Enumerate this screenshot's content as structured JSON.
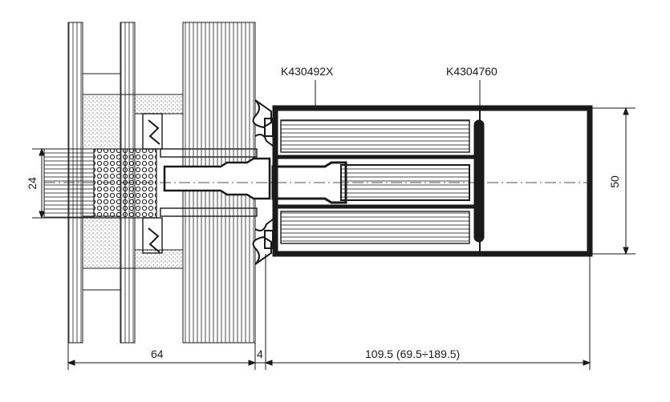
{
  "drawing": {
    "part_labels": [
      "K430492X",
      "K4304760"
    ],
    "dimensions": {
      "glass_offset": "24",
      "profile_height": "50",
      "glass_width": "64",
      "gap": "4",
      "mullion_depth": "109.5 (69.5÷189.5)"
    }
  },
  "colors": {
    "line": "#1a1a1a",
    "hatch": "#555555",
    "background": "#ffffff"
  }
}
